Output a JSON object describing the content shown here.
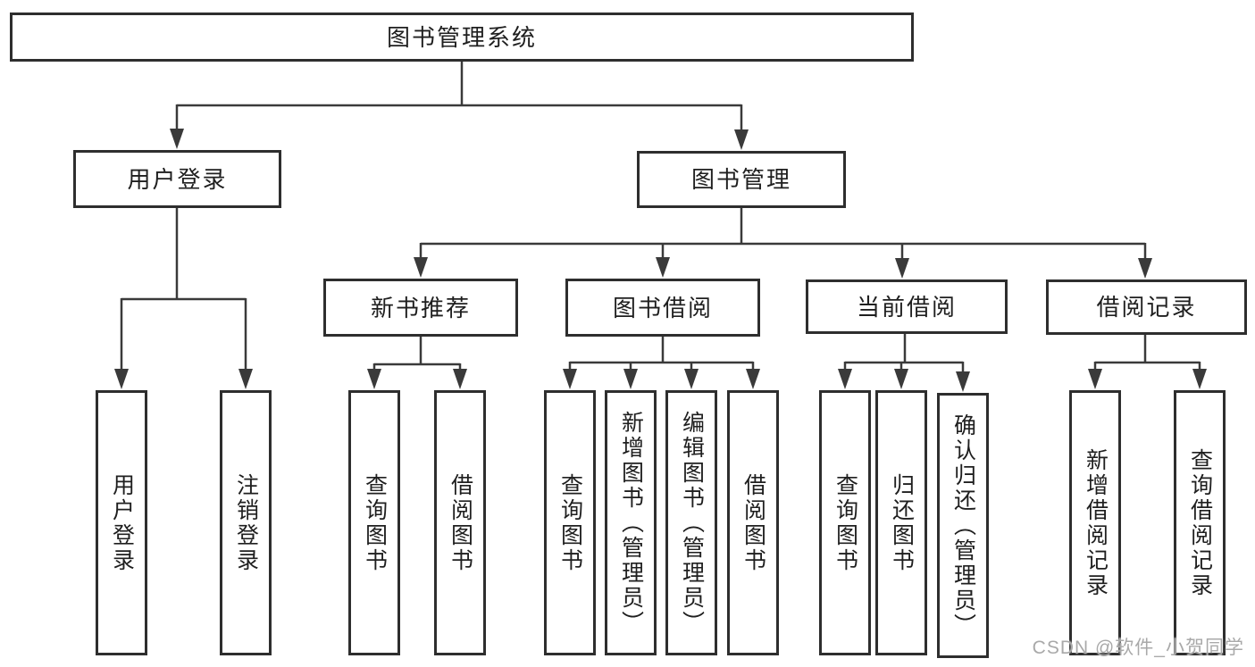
{
  "colors": {
    "line": "#3a3a3a",
    "border": "#2e2e2e",
    "text": "#1f1f1f",
    "watermark": "#a9a9a9",
    "background": "#ffffff"
  },
  "diagram": {
    "root": {
      "label": "图书管理系统"
    },
    "branches": [
      {
        "label": "用户登录",
        "children": [
          {
            "label": "用户登录"
          },
          {
            "label": "注销登录"
          }
        ]
      },
      {
        "label": "图书管理",
        "children": [
          {
            "label": "新书推荐",
            "children": [
              {
                "label": "查询图书"
              },
              {
                "label": "借阅图书"
              }
            ]
          },
          {
            "label": "图书借阅",
            "children": [
              {
                "label": "查询图书"
              },
              {
                "label": "新增图书（管理员）"
              },
              {
                "label": "编辑图书（管理员）"
              },
              {
                "label": "借阅图书"
              }
            ]
          },
          {
            "label": "当前借阅",
            "children": [
              {
                "label": "查询图书"
              },
              {
                "label": "归还图书"
              },
              {
                "label": "确认归还（管理员）"
              }
            ]
          },
          {
            "label": "借阅记录",
            "children": [
              {
                "label": "新增借阅记录"
              },
              {
                "label": "查询借阅记录"
              }
            ]
          }
        ]
      }
    ]
  },
  "watermark": {
    "text": "CSDN @软件_小贺同学"
  }
}
